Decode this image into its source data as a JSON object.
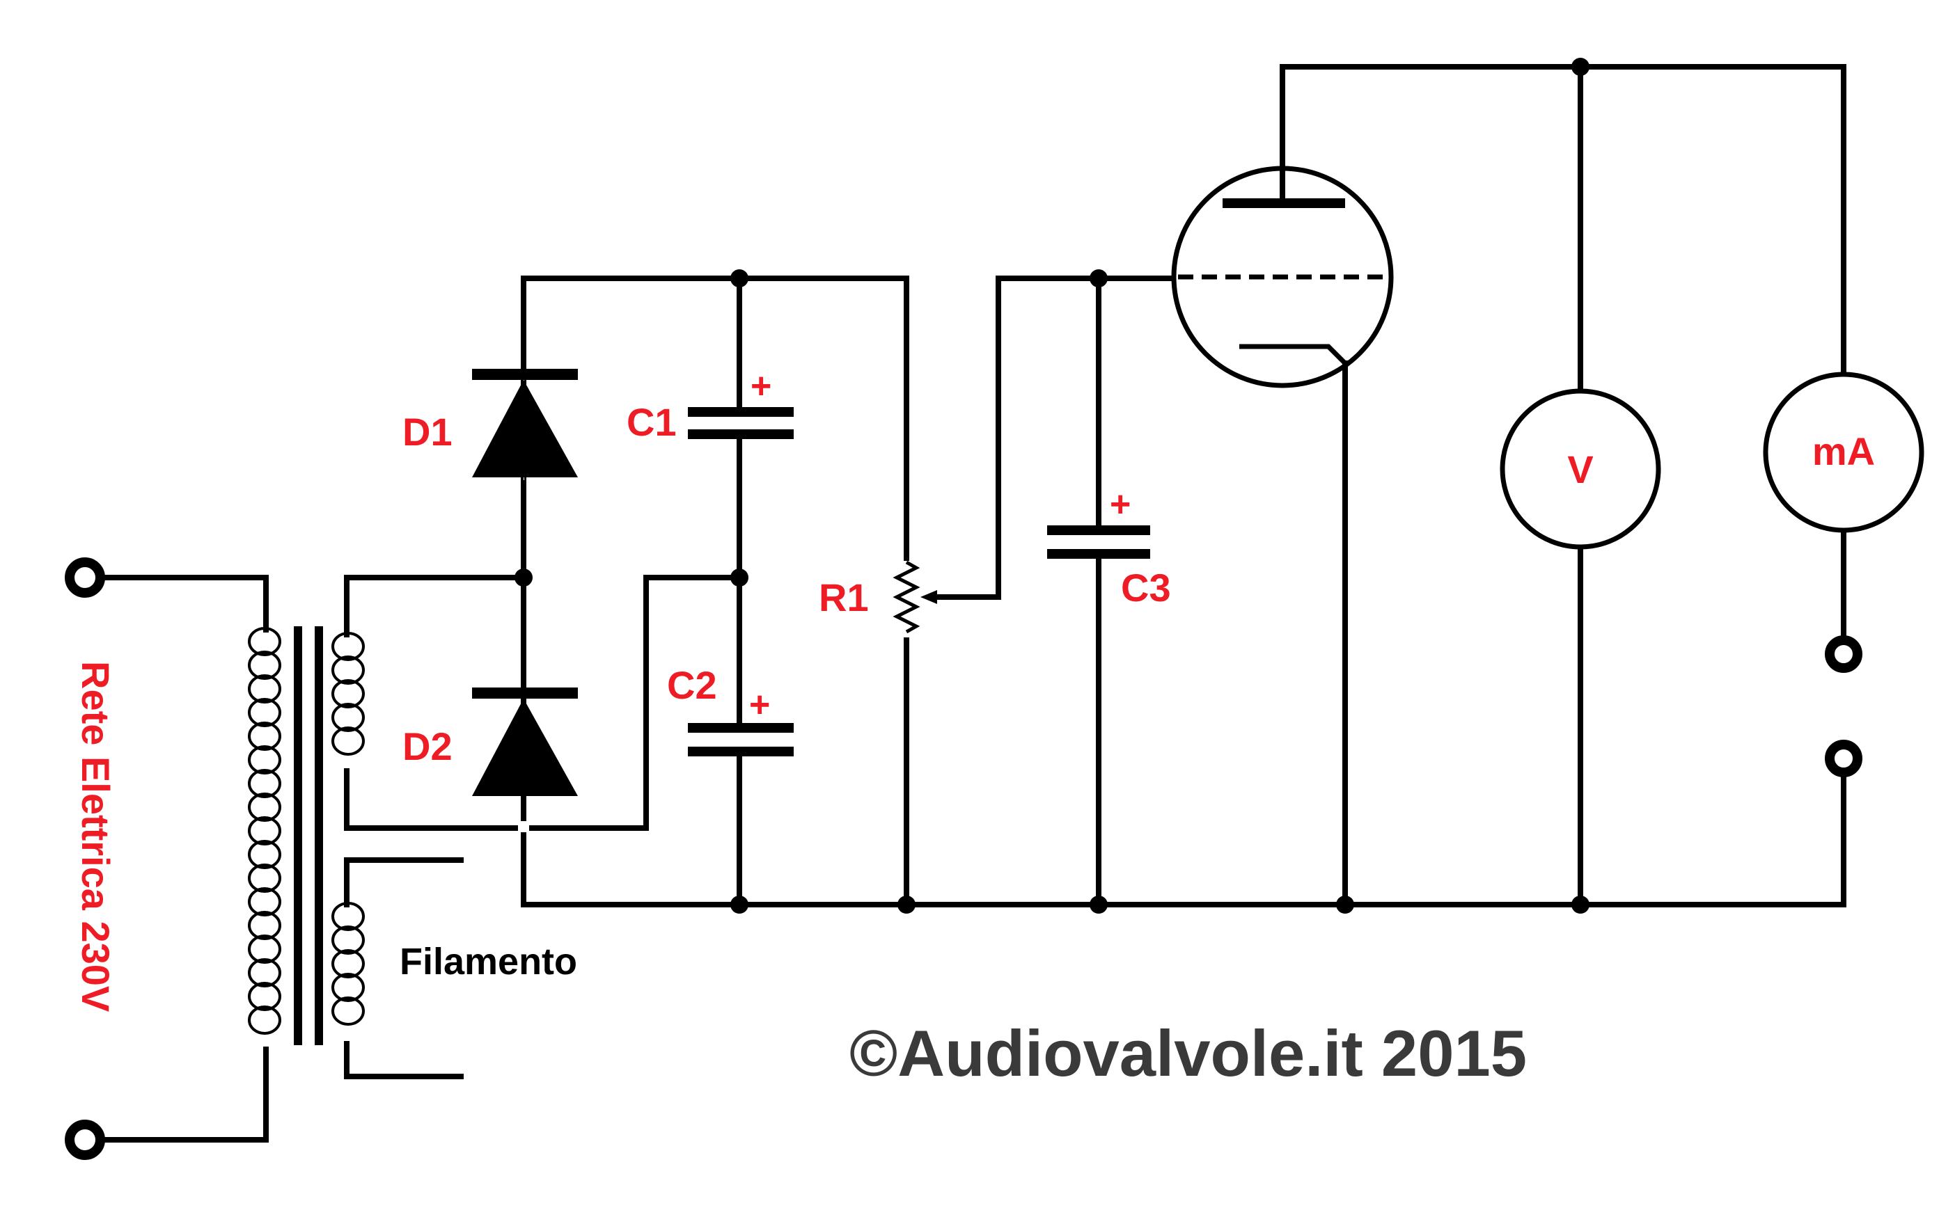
{
  "labels": {
    "d1": "D1",
    "d2": "D2",
    "c1": "C1",
    "c2": "C2",
    "c3": "C3",
    "r1": "R1",
    "plus": "+",
    "voltmeter": "V",
    "ammeter": "mA",
    "mains": "Rete Elettrica 230V",
    "filament": "Filamento",
    "copyright": "©Audiovalvole.it 2015"
  },
  "colors": {
    "label_red": "#ee1c24",
    "wire": "#000000",
    "copyright_gray": "#3a3a3a"
  }
}
